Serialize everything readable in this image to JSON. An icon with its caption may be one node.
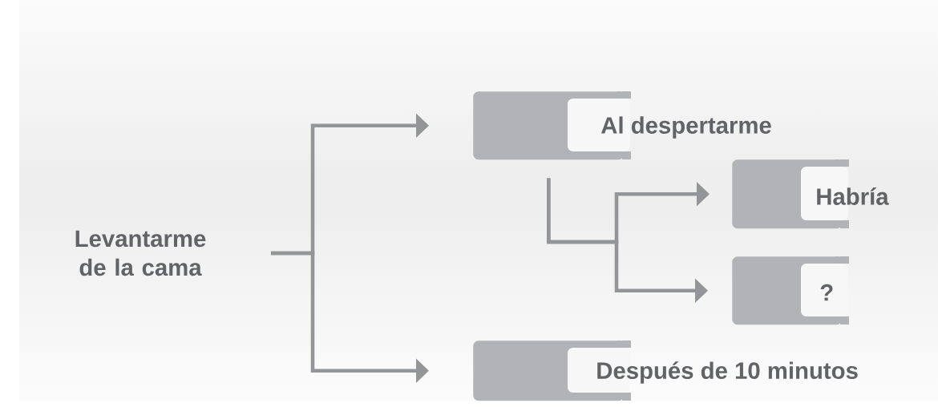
{
  "diagram": {
    "nodes": [
      {
        "text": [
          "Levantarme de la cama"
        ]
      },
      {
        "text": [
          "Al despertarme"
        ]
      },
      {
        "text": [
          "Habría"
        ]
      },
      {
        "text": [
          "?"
        ]
      },
      {
        "text": [
          "Después de 10 minutos"
        ]
      }
    ],
    "edges": [
      {
        "from": 0,
        "to": 1,
        "arrow": "to"
      },
      {
        "from": 0,
        "to": 4,
        "arrow": "to"
      },
      {
        "from": 1,
        "to": 2,
        "arrow": "to"
      },
      {
        "from": 1,
        "to": 3,
        "arrow": "to"
      }
    ]
  }
}
